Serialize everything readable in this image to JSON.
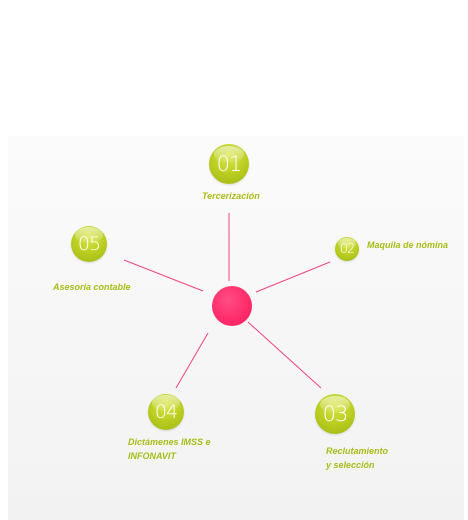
{
  "nodes": [
    {
      "number": "01",
      "label_lines": [
        "Tercerización"
      ]
    },
    {
      "number": "02",
      "label_lines": [
        "Maquila de nómina"
      ]
    },
    {
      "number": "03",
      "label_lines": [
        "Reclutamiento",
        "y selección"
      ]
    },
    {
      "number": "04",
      "label_lines": [
        "Dictámenes IMSS e",
        "INFONAVIT"
      ]
    },
    {
      "number": "05",
      "label_lines": [
        "Asesoría contable"
      ]
    }
  ],
  "colors": {
    "hub": "#ff2a69",
    "badge": "#b8cc1f",
    "label": "#a6bd16",
    "connector": "#f0457a"
  }
}
